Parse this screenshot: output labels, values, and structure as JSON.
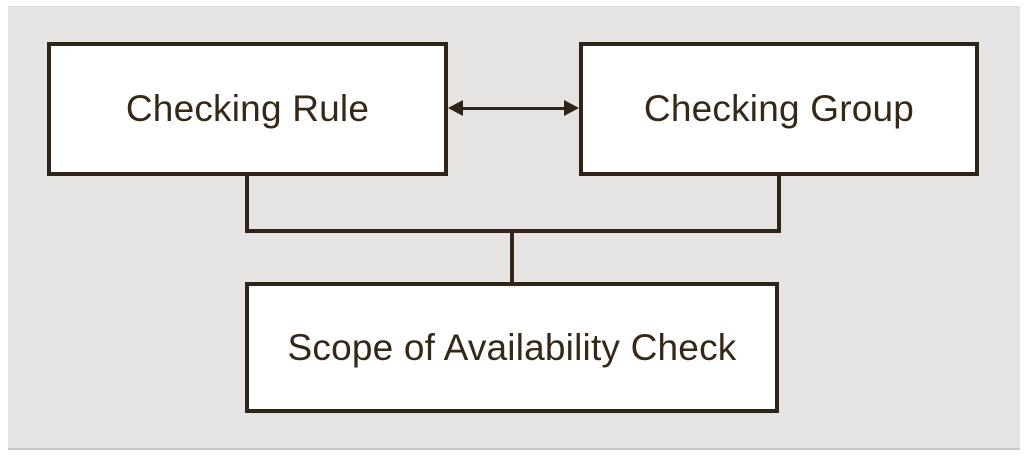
{
  "diagram": {
    "nodes": {
      "checking_rule": {
        "label": "Checking Rule"
      },
      "checking_group": {
        "label": "Checking Group"
      },
      "scope": {
        "label": "Scope of Availability Check"
      }
    },
    "edges": [
      {
        "from": "checking_rule",
        "to": "checking_group",
        "style": "double-headed-arrow"
      },
      {
        "from": "checking_rule",
        "to": "scope",
        "style": "line"
      },
      {
        "from": "checking_group",
        "to": "scope",
        "style": "line"
      }
    ],
    "colors": {
      "panel_background": "#e5e4e2",
      "page_background": "#ffffff",
      "node_fill": "#ffffff",
      "line": "#2f2417",
      "text": "#362817"
    }
  }
}
